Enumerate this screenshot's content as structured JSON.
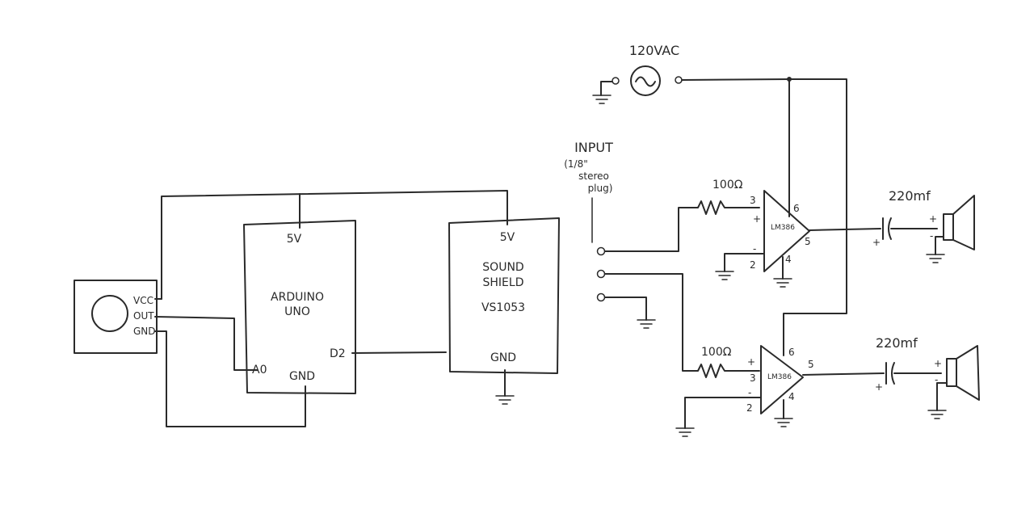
{
  "sensor": {
    "pins": [
      "VCC",
      "OUT",
      "GND"
    ]
  },
  "arduino": {
    "name_line1": "ARDUINO",
    "name_line2": "UNO",
    "pin_5v": "5V",
    "pin_gnd": "GND",
    "pin_d2": "D2",
    "pin_a0": "A0"
  },
  "sound_shield": {
    "name_line1": "SOUND",
    "name_line2": "SHIELD",
    "chip": "VS1053",
    "pin_5v": "5V",
    "pin_gnd": "GND"
  },
  "power": {
    "label": "120VAC"
  },
  "input": {
    "line1": "INPUT",
    "line2": "(1/8\"",
    "line3": "stereo",
    "line4": "plug)"
  },
  "amp_top": {
    "chip": "LM386",
    "resistor": "100Ω",
    "capacitor": "220mf",
    "pin3": "3",
    "pin2": "2",
    "pin6": "6",
    "pin4": "4",
    "pin5": "5",
    "plus": "+",
    "minus": "-"
  },
  "amp_bottom": {
    "chip": "LM386",
    "resistor": "100Ω",
    "capacitor": "220mf",
    "pin3": "3",
    "pin2": "2",
    "pin6": "6",
    "pin4": "4",
    "pin5": "5",
    "plus": "+",
    "minus": "-"
  }
}
